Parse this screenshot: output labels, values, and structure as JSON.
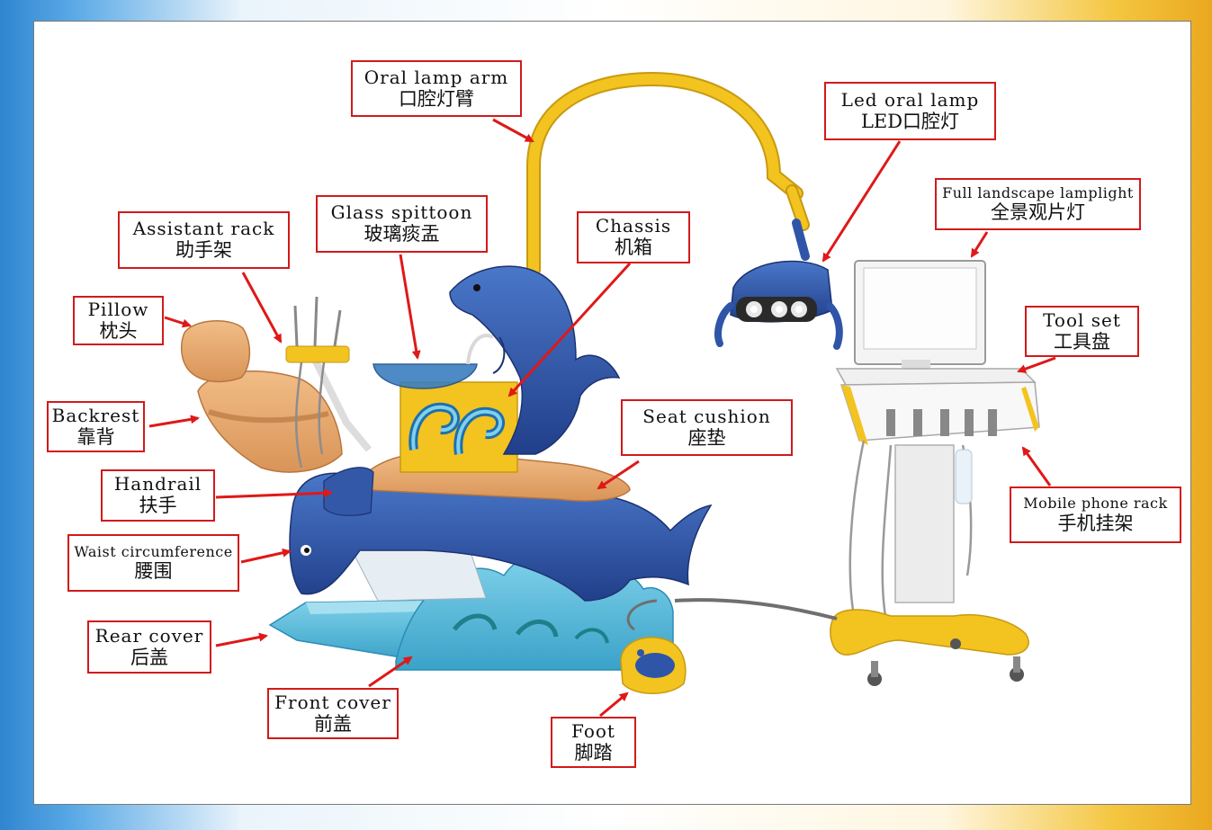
{
  "colors": {
    "callout_border": "#d21a1a",
    "arrow": "#e01818",
    "dolphin_blue": "#2f55a8",
    "seat_orange": "#e7a96e",
    "base_teal": "#4fb6d8",
    "lamp_yellow": "#f3c320"
  },
  "callouts": [
    {
      "id": "oral-lamp-arm",
      "en": "Oral lamp arm",
      "zh": "口腔灯臂"
    },
    {
      "id": "led-oral-lamp",
      "en": "Led oral lamp",
      "zh": "LED口腔灯"
    },
    {
      "id": "full-landscape-lamplight",
      "en": "Full landscape lamplight",
      "zh": "全景观片灯"
    },
    {
      "id": "tool-set",
      "en": "Tool set",
      "zh": "工具盘"
    },
    {
      "id": "assistant-rack",
      "en": "Assistant rack",
      "zh": "助手架"
    },
    {
      "id": "glass-spittoon",
      "en": "Glass spittoon",
      "zh": "玻璃痰盂"
    },
    {
      "id": "chassis",
      "en": "Chassis",
      "zh": "机箱"
    },
    {
      "id": "pillow",
      "en": "Pillow",
      "zh": "枕头"
    },
    {
      "id": "backrest",
      "en": "Backrest",
      "zh": "靠背"
    },
    {
      "id": "seat-cushion",
      "en": "Seat cushion",
      "zh": "座垫"
    },
    {
      "id": "handrail",
      "en": "Handrail",
      "zh": "扶手"
    },
    {
      "id": "waist-circumference",
      "en": "Waist circumference",
      "zh": "腰围"
    },
    {
      "id": "mobile-phone-rack",
      "en": "Mobile phone rack",
      "zh": "手机挂架"
    },
    {
      "id": "rear-cover",
      "en": "Rear cover",
      "zh": "后盖"
    },
    {
      "id": "front-cover",
      "en": "Front cover",
      "zh": "前盖"
    },
    {
      "id": "foot",
      "en": "Foot",
      "zh": "脚踏"
    }
  ]
}
